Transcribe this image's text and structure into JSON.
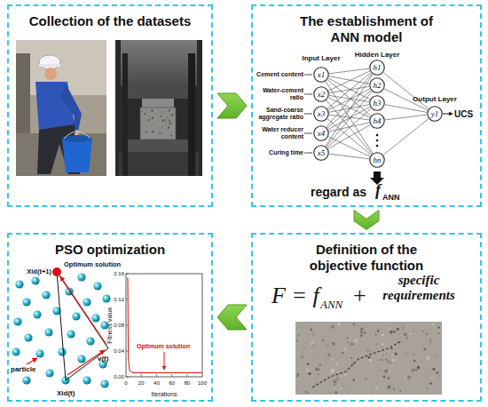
{
  "diagram": {
    "nodes": [
      {
        "text": [
          "Collection of the datasets"
        ]
      },
      {
        "text": [
          "The establishment of ANN model"
        ]
      },
      {
        "text": [
          "x1"
        ],
        "in": 1
      },
      {
        "text": [
          "x2"
        ],
        "in": 1
      },
      {
        "text": [
          "x3"
        ],
        "in": 1
      },
      {
        "text": [
          "x4"
        ],
        "in": 1
      },
      {
        "text": [
          "x5"
        ],
        "in": 1
      },
      {
        "text": [
          "h1"
        ],
        "in": 1
      },
      {
        "text": [
          "h2"
        ],
        "in": 1
      },
      {
        "text": [
          "h3"
        ],
        "in": 1
      },
      {
        "text": [
          "h4"
        ],
        "in": 1
      },
      {
        "text": [
          "hn"
        ],
        "in": 1
      },
      {
        "text": [
          "y1"
        ],
        "in": 1
      },
      {
        "text": [
          "Definition of the objective function"
        ]
      },
      {
        "text": [
          "PSO optimization"
        ]
      }
    ],
    "edges": [
      {
        "from": 0,
        "to": 1,
        "arrow": "to"
      },
      {
        "from": 1,
        "to": 13,
        "arrow": "to"
      },
      {
        "from": 13,
        "to": 14,
        "arrow": "to"
      },
      {
        "from": 2,
        "to": 7,
        "arrow": "none"
      },
      {
        "from": 2,
        "to": 8,
        "arrow": "none"
      },
      {
        "from": 2,
        "to": 9,
        "arrow": "none"
      },
      {
        "from": 2,
        "to": 10,
        "arrow": "none"
      },
      {
        "from": 2,
        "to": 11,
        "arrow": "none"
      },
      {
        "from": 3,
        "to": 7,
        "arrow": "none"
      },
      {
        "from": 3,
        "to": 8,
        "arrow": "none"
      },
      {
        "from": 3,
        "to": 9,
        "arrow": "none"
      },
      {
        "from": 3,
        "to": 10,
        "arrow": "none"
      },
      {
        "from": 3,
        "to": 11,
        "arrow": "none"
      },
      {
        "from": 4,
        "to": 7,
        "arrow": "none"
      },
      {
        "from": 4,
        "to": 8,
        "arrow": "none"
      },
      {
        "from": 4,
        "to": 9,
        "arrow": "none"
      },
      {
        "from": 4,
        "to": 10,
        "arrow": "none"
      },
      {
        "from": 4,
        "to": 11,
        "arrow": "none"
      },
      {
        "from": 5,
        "to": 7,
        "arrow": "none"
      },
      {
        "from": 5,
        "to": 8,
        "arrow": "none"
      },
      {
        "from": 5,
        "to": 9,
        "arrow": "none"
      },
      {
        "from": 5,
        "to": 10,
        "arrow": "none"
      },
      {
        "from": 5,
        "to": 11,
        "arrow": "none"
      },
      {
        "from": 6,
        "to": 7,
        "arrow": "none"
      },
      {
        "from": 6,
        "to": 8,
        "arrow": "none"
      },
      {
        "from": 6,
        "to": 9,
        "arrow": "none"
      },
      {
        "from": 6,
        "to": 10,
        "arrow": "none"
      },
      {
        "from": 6,
        "to": 11,
        "arrow": "none"
      },
      {
        "from": 7,
        "to": 12,
        "arrow": "none"
      },
      {
        "from": 8,
        "to": 12,
        "arrow": "none"
      },
      {
        "from": 9,
        "to": 12,
        "arrow": "none"
      },
      {
        "from": 10,
        "to": 12,
        "arrow": "none"
      },
      {
        "from": 11,
        "to": 12,
        "arrow": "none"
      }
    ],
    "labels": [
      "Input Layer",
      "Hidden Layer",
      "Output Layer",
      "Cement content",
      "Water-cement ratio",
      "Sand-coarse aggregate ratio",
      "Water reducer content",
      "Curing time",
      "UCS",
      "regard as",
      "f",
      "ANN",
      "F = f",
      "ANN",
      "+",
      "specific requirements",
      "Xid(t+1)",
      "Optimum solution",
      "v(t)",
      "particle",
      "Xid(t)",
      "Fitness value",
      "Iterations",
      "Optimum solution",
      "0.00",
      "0.04",
      "0.08",
      "0.12",
      "0.16",
      "0",
      "20",
      "40",
      "60",
      "80",
      "100"
    ]
  }
}
